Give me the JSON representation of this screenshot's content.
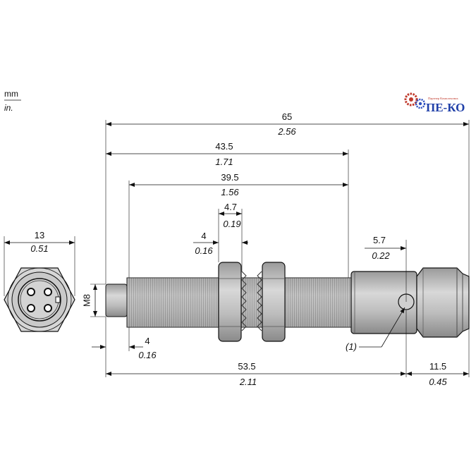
{
  "units": {
    "primary": "mm",
    "secondary": "in."
  },
  "logo": {
    "brand": "ПЕ-КО",
    "tagline": "Партнер Комплексних"
  },
  "dimensions": {
    "overall_length": {
      "mm": "65",
      "in": "2.56"
    },
    "thread_to_body_end": {
      "mm": "43.5",
      "in": "1.71"
    },
    "thread_length": {
      "mm": "39.5",
      "in": "1.56"
    },
    "nut_thickness": {
      "mm": "4.7",
      "in": "0.19"
    },
    "nut_offset": {
      "mm": "4",
      "in": "0.16"
    },
    "led_position": {
      "mm": "5.7",
      "in": "0.22"
    },
    "face_diameter": {
      "mm": "13",
      "in": "0.51"
    },
    "thread_size": "M8",
    "sensing_head": {
      "mm": "4",
      "in": "0.16"
    },
    "body_to_connector": {
      "mm": "53.5",
      "in": "2.11"
    },
    "connector_length": {
      "mm": "11.5",
      "in": "0.45"
    }
  },
  "callout": "(1)"
}
